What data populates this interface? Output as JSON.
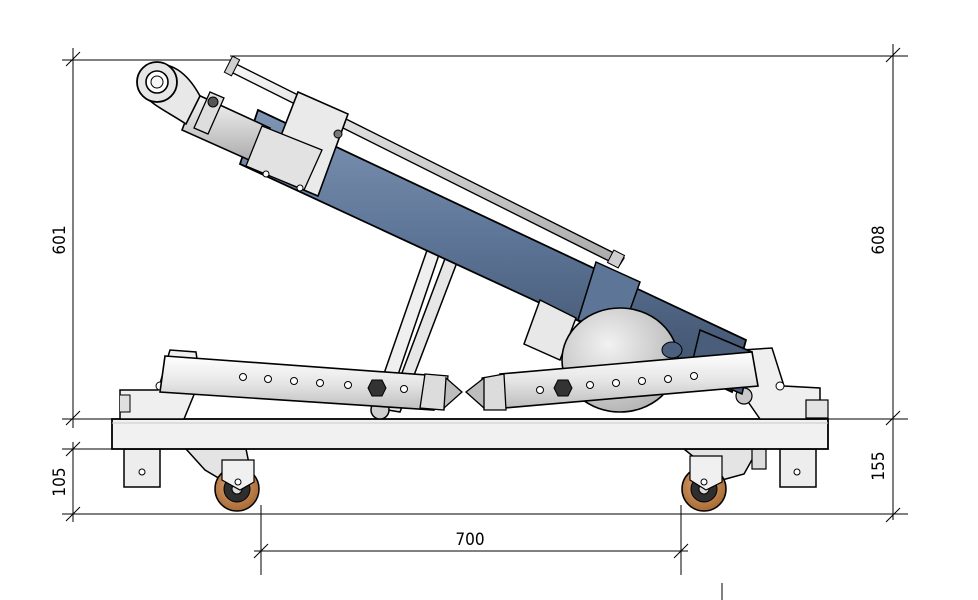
{
  "dimensions": {
    "left_height": "601",
    "right_height": "608",
    "left_wheel_height": "105",
    "right_frame_height": "155",
    "wheel_base": "700"
  },
  "colors": {
    "cylinder": "#5d7597",
    "cylinder_dark": "#42546e",
    "frame": "#eeeeee",
    "wheel": "#c8884e",
    "line": "#000000"
  }
}
